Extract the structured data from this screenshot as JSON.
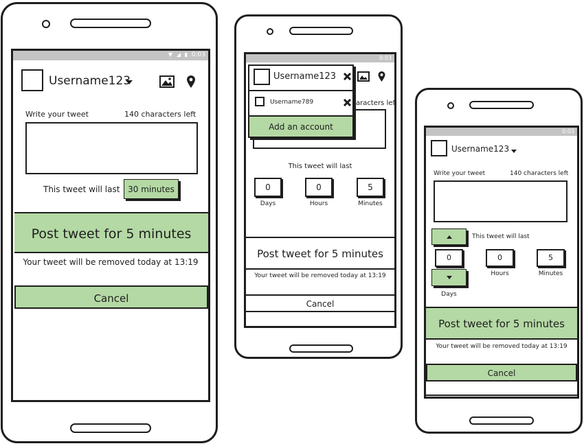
{
  "status": {
    "time": "0:03"
  },
  "phone1": {
    "username": "Username123",
    "write_label": "Write your tweet",
    "chars_left": "140 characters left",
    "duration_label": "This tweet will last",
    "duration_value": "30 minutes",
    "post_button": "Post tweet for 5 minutes",
    "removal_note": "Your tweet will be removed today at 13:19",
    "cancel_button": "Cancel"
  },
  "phone2": {
    "username": "Username123",
    "other_account": "Username789",
    "add_account": "Add an account",
    "chars_partial": "aracters left",
    "duration_label": "This tweet will last",
    "days": {
      "value": "0",
      "label": "Days"
    },
    "hours": {
      "value": "0",
      "label": "Hours"
    },
    "minutes": {
      "value": "5",
      "label": "Minutes"
    },
    "post_button": "Post tweet for 5 minutes",
    "removal_note": "Your tweet will be removed today at 13:19",
    "cancel_button": "Cancel"
  },
  "phone3": {
    "username": "Username123",
    "write_label": "Write your tweet",
    "chars_left": "140 characters left",
    "duration_label": "This tweet will last",
    "days": {
      "value": "0",
      "label": "Days"
    },
    "hours": {
      "value": "0",
      "label": "Hours"
    },
    "minutes": {
      "value": "5",
      "label": "Minutes"
    },
    "post_button": "Post tweet for 5 minutes",
    "removal_note": "Your tweet will be removed today at 13:19",
    "cancel_button": "Cancel"
  },
  "colors": {
    "accent_green": "#b4d9a4",
    "stroke": "#1e1e1e",
    "statusbar": "#c4c4c4"
  },
  "icons": [
    "image-icon",
    "location-pin-icon",
    "dropdown-caret-icon",
    "close-x-icon",
    "arrow-up-icon",
    "arrow-down-icon",
    "wifi-icon",
    "signal-icon",
    "battery-icon"
  ]
}
